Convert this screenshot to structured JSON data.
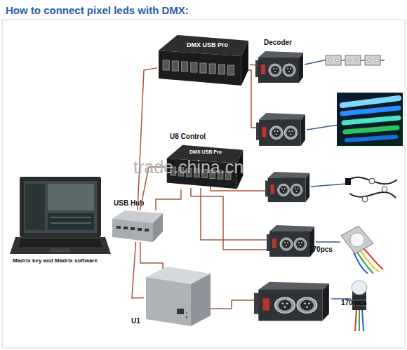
{
  "diagram": {
    "title": "How to connect pixel leds with DMX:",
    "nodes": [
      {
        "text": [
          "DMX USB Pro"
        ]
      },
      {
        "text": [
          "Decoder"
        ]
      },
      {
        "text": [
          "U8 Control",
          "DMX USB Pro"
        ]
      },
      {
        "text": [
          "USB Hub"
        ]
      },
      {
        "text": [
          "Madrix key and Madrix software"
        ]
      },
      {
        "text": [
          "170pcs"
        ]
      },
      {
        "text": [
          "U1"
        ]
      },
      {
        "text": [
          "170 pcs"
        ]
      }
    ],
    "edges": [
      {
        "from": 4,
        "to": 3,
        "arrow": "none"
      },
      {
        "from": 3,
        "to": 0,
        "arrow": "none"
      },
      {
        "from": 3,
        "to": 2,
        "arrow": "none"
      },
      {
        "from": 3,
        "to": 6,
        "arrow": "none"
      },
      {
        "from": 0,
        "to": 1,
        "arrow": "none"
      }
    ],
    "labels": [
      "trade.china.cn"
    ]
  }
}
